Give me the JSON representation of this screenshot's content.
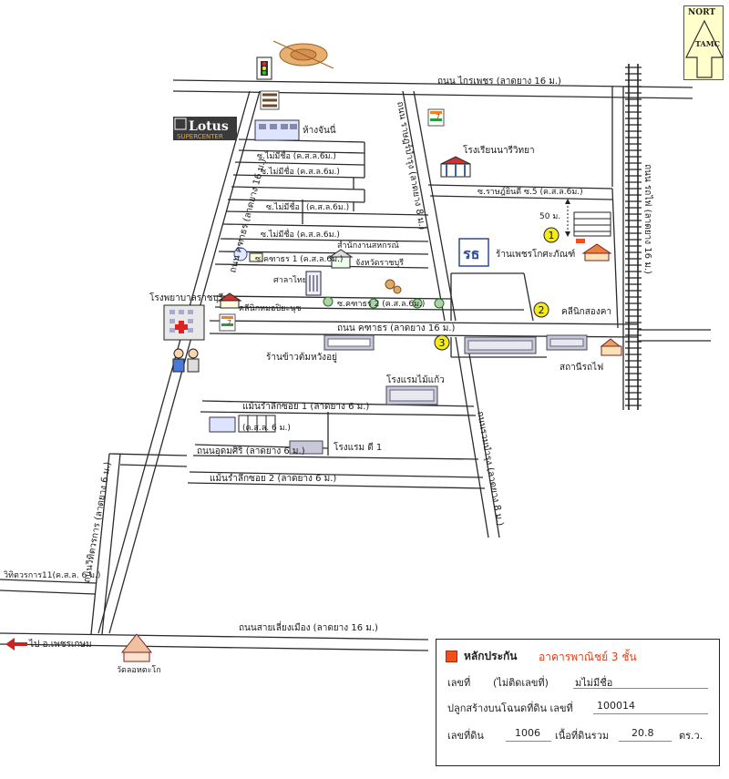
{
  "compass": {
    "label": "NORT",
    "badge": "TAMC"
  },
  "roads": {
    "kraiphet": "ถนน ไกรเพชร (ลาดยาง 16 ม.)",
    "kathara": "ถนน คฑาธร (ลาดยาง 16 ม.)",
    "kathara_mid": "ถนน คฑาธร (ลาดยาง 16 ม.)",
    "ratchaburana": "ถนน ราษฎร์บำรุง (ลาดยาง 8 ม.)",
    "rajpam": "ถนน รถไฟ (ลาดยาง 16 ม.)",
    "ruambumrung": "ถนนรวมบำรุง (ลาดยาง 8 ม.)",
    "mae_nam1": "แม้นรำลึกซอย 1 (ลาดยาง 6 ม.)",
    "udomsiri": "ถนนอุดมศิริ (ลาดยาง 6 ม.)",
    "mae_nam2": "แม้นรำลึกซอย 2 (ลาดยาง 6 ม.)",
    "wisutkasat": "ถนนวิทิตวรการ (ลาดยาง 6 ม.)",
    "wisut_soi": "วิทิตวรการ11(ค.ส.ล. 6 ม.)",
    "saensamo": "ถนนสายเลี่ยงเมือง (ลาดยาง 16 ม.)",
    "ramphu": "ซ.ราษฎ์ยินดี ซ.5 (ค.ส.ล.6ม.)",
    "kathara2": "ซ.คฑาธร 2 (ค.ส.ล.6ม.)",
    "kathara1": "ซ.คฑาธร 1 (ค.ส.ล.6ม.)",
    "soi_a": "ซ.ไม่มีชื่อ (ค.ส.ล.6ม.)",
    "soi_b": "ซ.ไม่มีชื่อ (ค.ส.ล.6ม.)",
    "soi_c": "ซ.ไม่มีชื่อ",
    "soi_c2": "(ค.ส.ล.6ม.)",
    "soi_d": "ซ.ไม่มีชื่อ (ค.ส.ล.6ม.)",
    "kasl6": "(ค.ส.ล. 6 ม.)"
  },
  "places": {
    "lotus": "Lotus",
    "lotus_sub": "SUPERCENTER",
    "dept_store": "ห้างจันนี่",
    "school": "โรงเรียนนารีวิทยา",
    "coop": "สำนักงานสหกรณ์",
    "coop2": "จังหวัดราชบุรี",
    "shop": "ร้านเพชรโกศะภัณฑ์",
    "bank": "ศาลาไทย",
    "hospital": "โรงพยาบาลราชบุรี",
    "clinic1": "คลีนิกหมอปิยะนุช",
    "clinic2": "คลีนิกสองคา",
    "rest": "ร้านข้าวต้มหวังอยู่",
    "hotel1": "โรงแรมไม้แก้ว",
    "hotel2": "โรงแรม ดี 1",
    "station": "สถานีรถไฟ",
    "temple": "วัดลอหตะโก",
    "to_petch": "ไป อ.เพชรเกษม",
    "dist": "50 ม."
  },
  "markers": [
    "1",
    "2",
    "3"
  ],
  "legend": {
    "title": "หลักประกัน",
    "type": "อาคารพาณิชย์ 3 ชั้น",
    "no_label": "เลขที่",
    "no_value": "(ไม่ติดเลขที่)",
    "unnamed": "มไม่มีชื่อ",
    "deed_label": "ปลูกสร้างบนโฉนดที่ดิน เลขที่",
    "deed_value": "100014",
    "land_label": "เลขที่ดิน",
    "land_value": "1006",
    "area_label": "เนื้อที่ดินรวม",
    "area_value": "20.8",
    "area_unit": "ตร.ว."
  },
  "colors": {
    "marker": "#f4ec1a",
    "legend_square": "#f0501e",
    "title2": "#e0401a"
  }
}
